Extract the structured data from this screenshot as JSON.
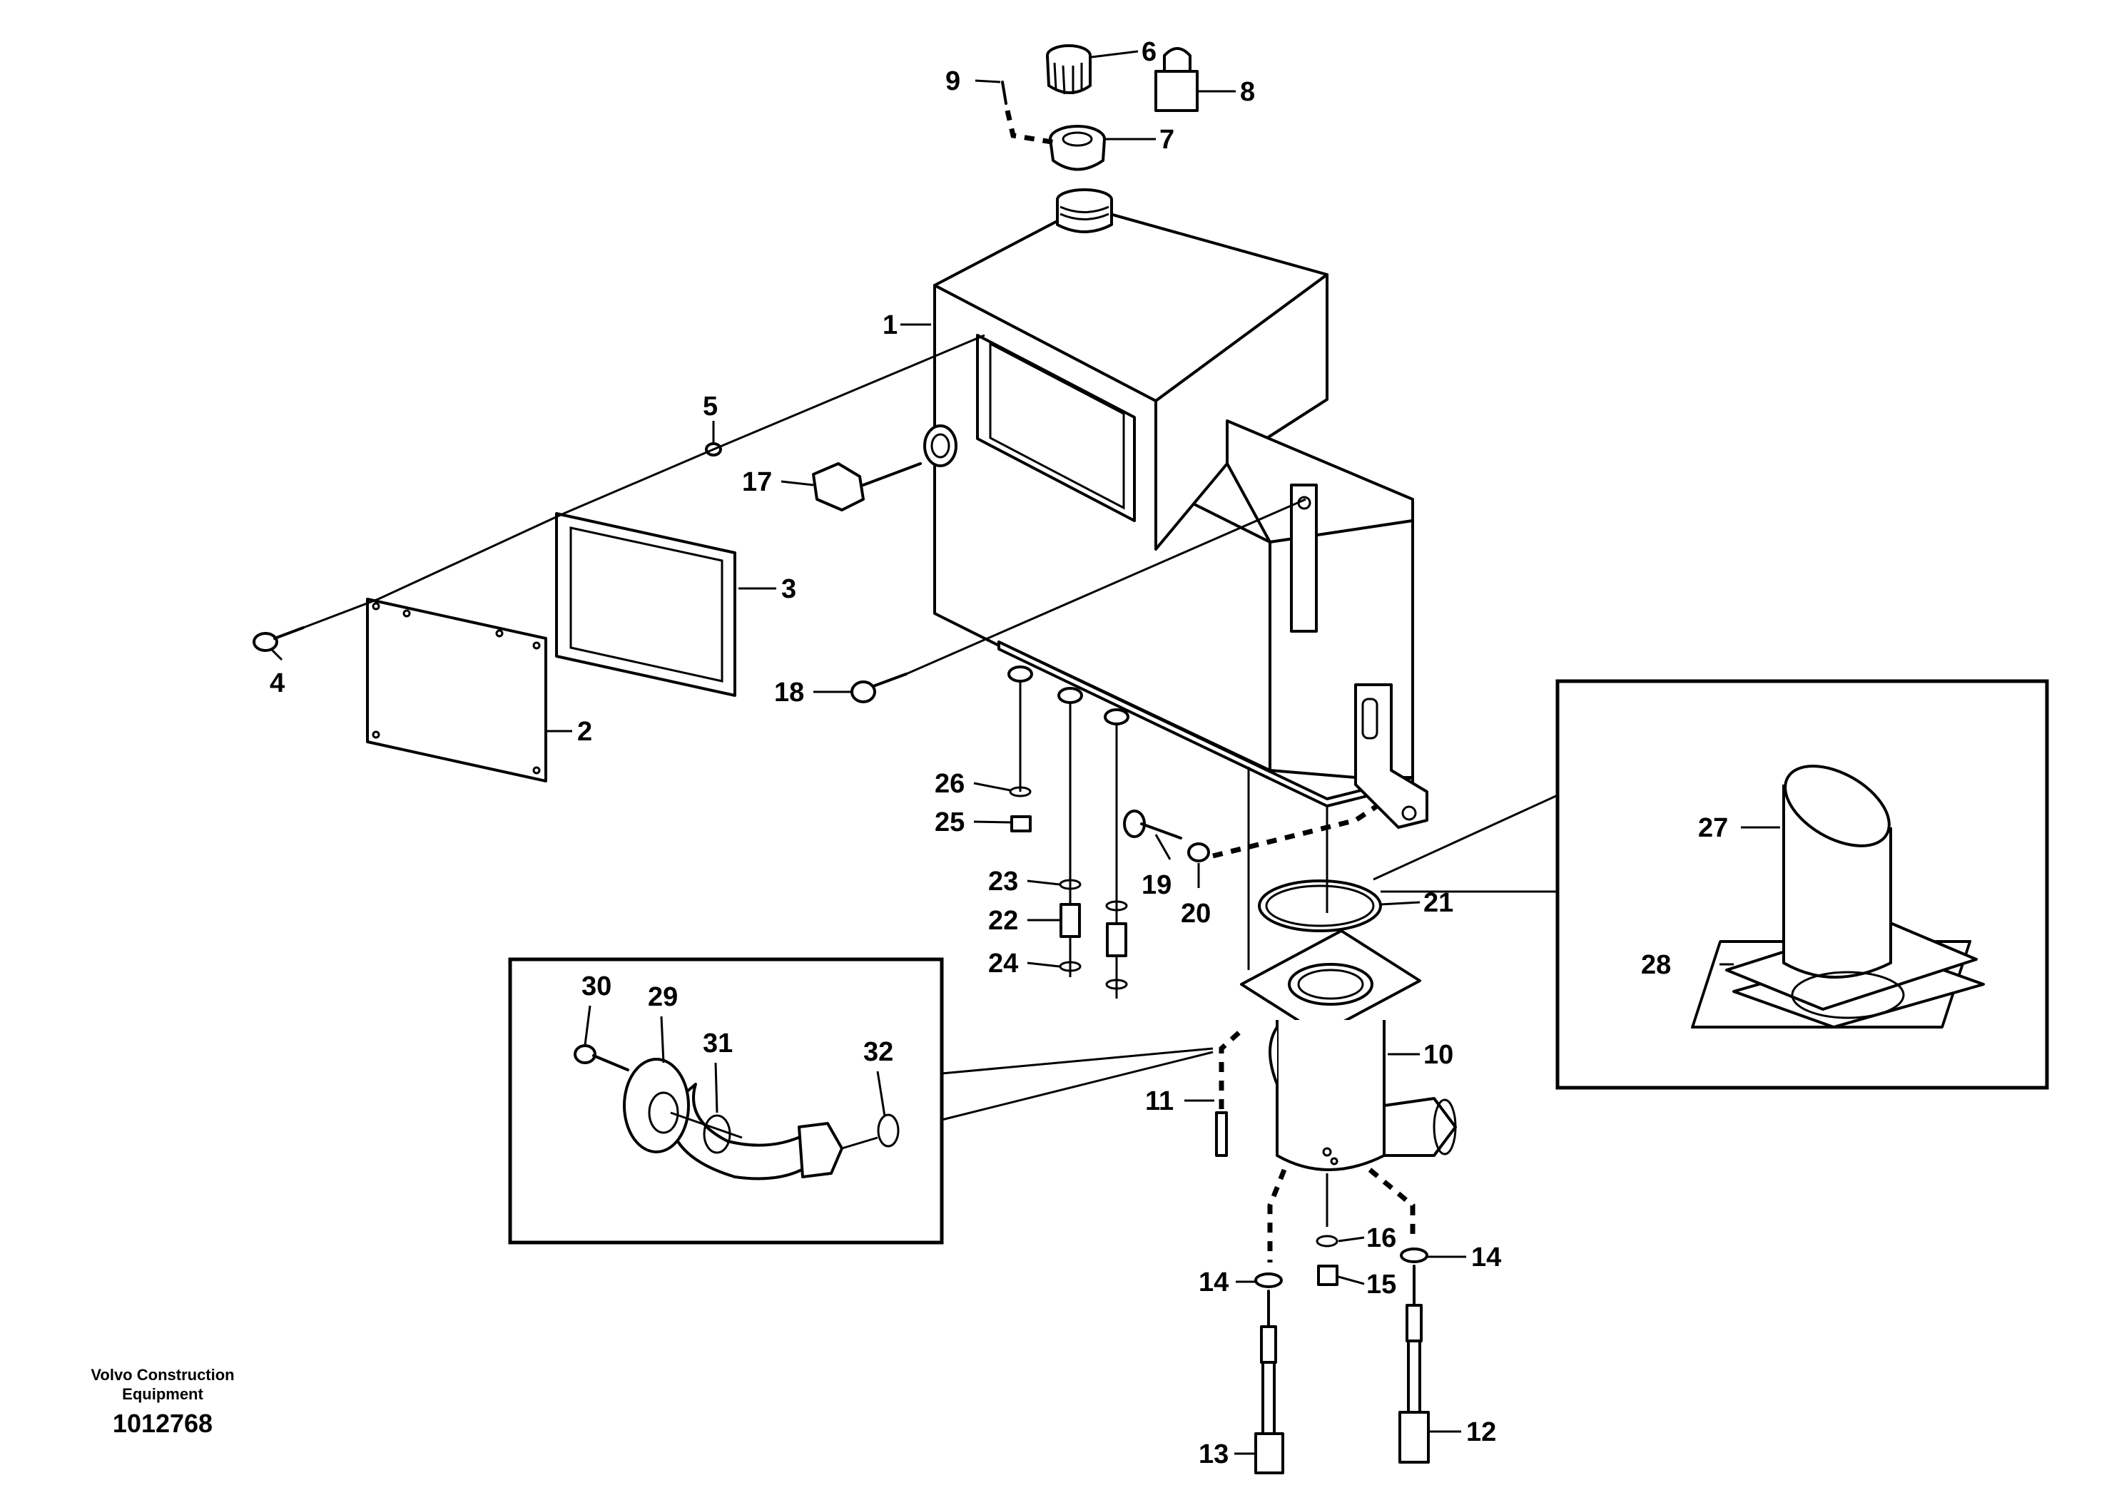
{
  "labels": {
    "l1": "1",
    "l2": "2",
    "l3": "3",
    "l4": "4",
    "l5": "5",
    "l6": "6",
    "l7": "7",
    "l8": "8",
    "l9": "9",
    "l10": "10",
    "l11": "11",
    "l12": "12",
    "l13": "13",
    "l14a": "14",
    "l14b": "14",
    "l15": "15",
    "l16": "16",
    "l17": "17",
    "l18": "18",
    "l19": "19",
    "l20": "20",
    "l21": "21",
    "l22": "22",
    "l23": "23",
    "l24": "24",
    "l25": "25",
    "l26": "26",
    "l27": "27",
    "l28": "28",
    "l29": "29",
    "l30": "30",
    "l31": "31",
    "l32": "32"
  },
  "footer": {
    "company_line1": "Volvo Construction",
    "company_line2": "Equipment",
    "drawing_number": "1012768"
  }
}
